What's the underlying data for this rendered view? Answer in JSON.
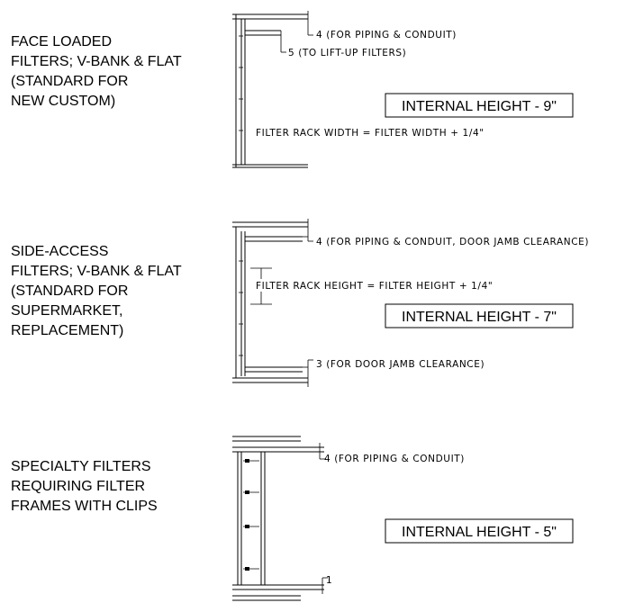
{
  "sections": [
    {
      "name": "face-loaded",
      "description_lines": [
        "FACE LOADED",
        "FILTERS; V-BANK & FLAT",
        "(STANDARD FOR",
        "NEW CUSTOM)"
      ],
      "dims": [
        "4 (FOR PIPING & CONDUIT)",
        "5 (TO LIFT-UP FILTERS)",
        "FILTER RACK WIDTH = FILTER WIDTH + 1/4\""
      ],
      "internal_height": "INTERNAL HEIGHT - 9\""
    },
    {
      "name": "side-access",
      "description_lines": [
        "SIDE-ACCESS",
        "FILTERS; V-BANK & FLAT",
        "(STANDARD FOR",
        "SUPERMARKET,",
        "REPLACEMENT)"
      ],
      "dims": [
        "4 (FOR PIPING & CONDUIT, DOOR JAMB CLEARANCE)",
        "FILTER RACK HEIGHT = FILTER HEIGHT + 1/4\"",
        "3 (FOR DOOR JAMB CLEARANCE)"
      ],
      "internal_height": "INTERNAL HEIGHT - 7\""
    },
    {
      "name": "specialty",
      "description_lines": [
        "SPECIALTY FILTERS",
        "REQUIRING FILTER",
        "FRAMES WITH CLIPS"
      ],
      "dims": [
        "4 (FOR PIPING & CONDUIT)",
        "1"
      ],
      "internal_height": "INTERNAL HEIGHT - 5\""
    }
  ]
}
